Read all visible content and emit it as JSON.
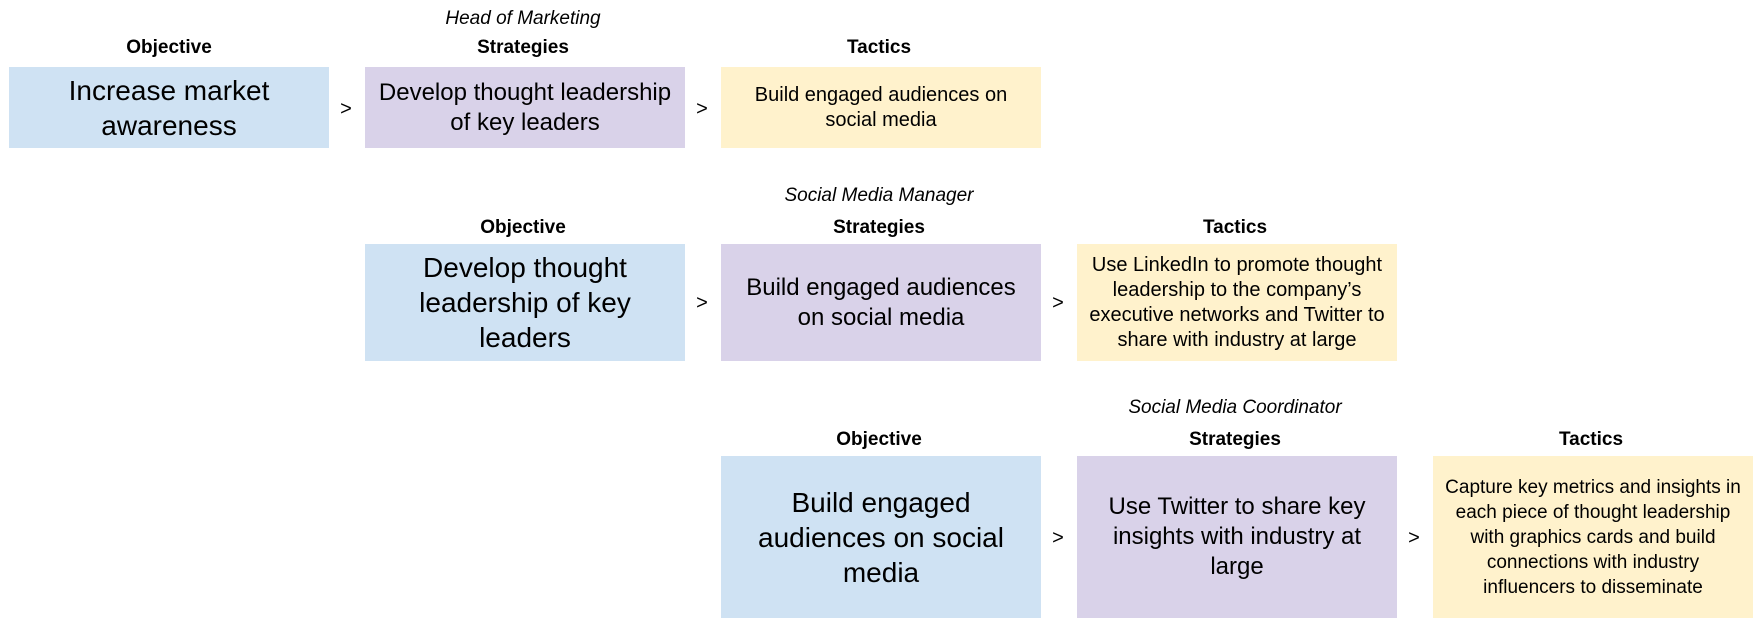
{
  "rows": [
    {
      "role": "Head of Marketing",
      "headers": {
        "objective": "Objective",
        "strategies": "Strategies",
        "tactics": "Tactics"
      },
      "objective": "Increase market awareness",
      "strategy": "Develop thought leadership of key leaders",
      "tactic": "Build engaged audiences on social media"
    },
    {
      "role": "Social Media Manager",
      "headers": {
        "objective": "Objective",
        "strategies": "Strategies",
        "tactics": "Tactics"
      },
      "objective": "Develop thought leadership of key leaders",
      "strategy": "Build engaged audiences on social media",
      "tactic": "Use LinkedIn to promote thought leadership to the company’s executive networks and Twitter to share with industry at large"
    },
    {
      "role": "Social Media Coordinator",
      "headers": {
        "objective": "Objective",
        "strategies": "Strategies",
        "tactics": "Tactics"
      },
      "objective": "Build engaged audiences on social media",
      "strategy": "Use Twitter to share key insights with industry at large",
      "tactic": "Capture key metrics and insights in each piece of thought leadership with graphics cards and build connections with industry influencers to disseminate"
    }
  ],
  "arrow": ">",
  "colors": {
    "objective": "#cfe2f3",
    "strategy": "#d9d2e9",
    "tactic": "#fff2cc"
  }
}
